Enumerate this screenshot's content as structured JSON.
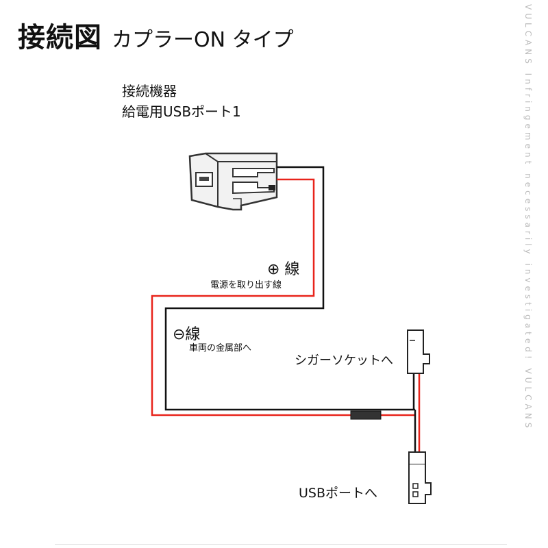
{
  "title": {
    "main": "接続図",
    "sub": "カプラーON タイプ"
  },
  "device": {
    "line1": "接続機器",
    "line2": "給電用USBポート1"
  },
  "plus_wire": {
    "label": "⊕ 線",
    "desc": "電源を取り出す線"
  },
  "minus_wire": {
    "label": "⊖線",
    "desc": "車両の金属部へ"
  },
  "cigar_socket": {
    "label": "シガーソケットへ"
  },
  "usb_port": {
    "label": "USBポートへ"
  },
  "watermark": {
    "text": "VULCANS Infringement necessarily investigated! VULCANS"
  },
  "colors": {
    "red_wire": "#e8241b",
    "black_wire": "#111111",
    "watermark": "#bbbbbb"
  }
}
